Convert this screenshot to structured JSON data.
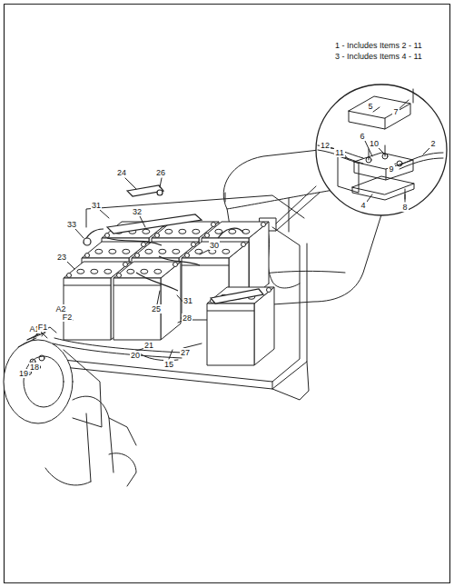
{
  "diagram": {
    "labels": [
      "1 - Includes Items 2 - 11",
      "3 - Includes Items 4 - 11",
      "5",
      "7",
      "6",
      "10",
      "2",
      "12",
      "11",
      "9",
      "8",
      "4",
      "24",
      "26",
      "31",
      "32",
      "33",
      "23",
      "30",
      "A2",
      "F2",
      "31",
      "25",
      "28",
      "A1",
      "F1",
      "21",
      "20",
      "27",
      "18",
      "19",
      "15"
    ]
  }
}
